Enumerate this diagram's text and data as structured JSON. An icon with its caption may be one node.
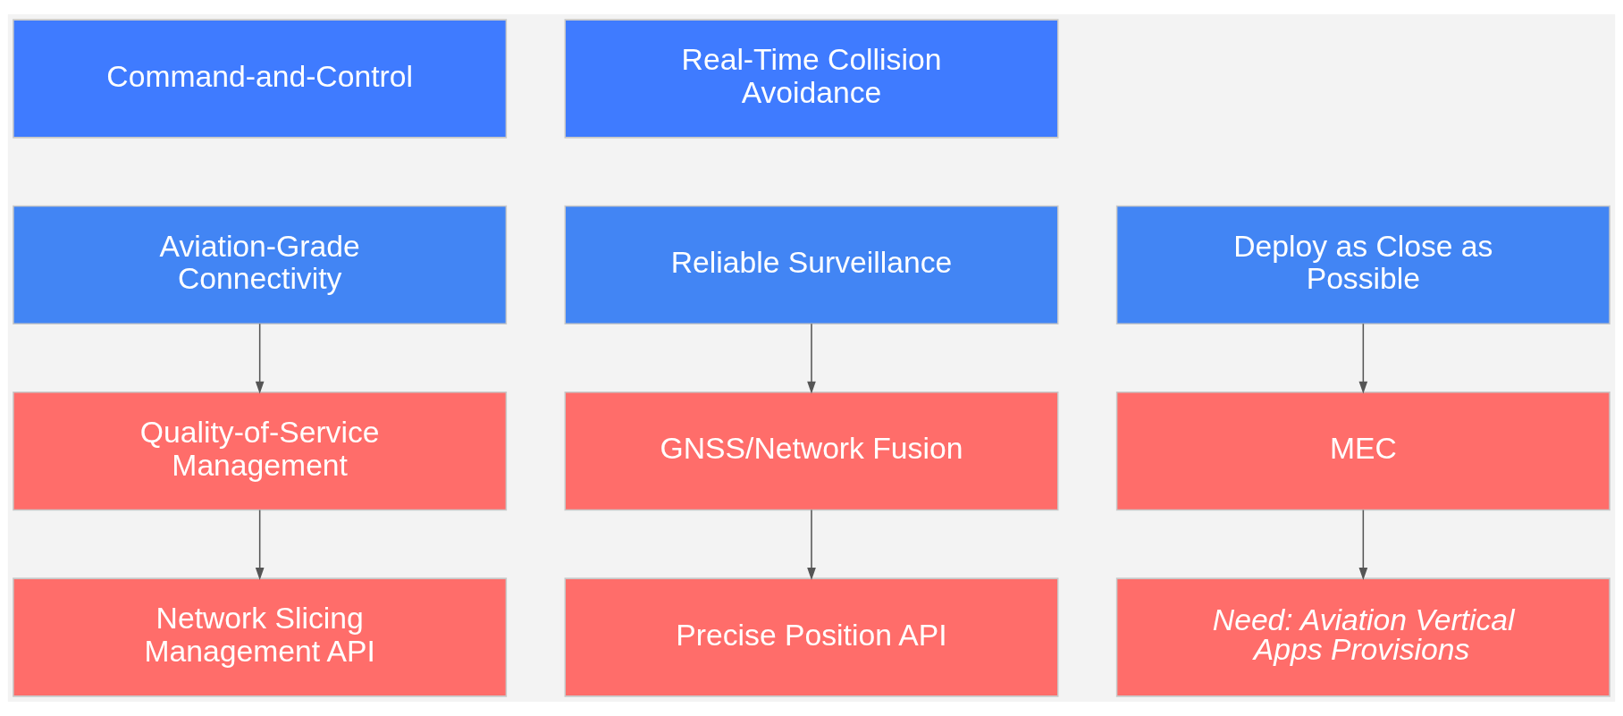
{
  "diagram": {
    "nodes": [
      {
        "text": [
          "Command-and-Control"
        ]
      },
      {
        "text": [
          "Real-Time Collision Avoidance"
        ]
      },
      {
        "text": [
          "Aviation-Grade Connectivity"
        ]
      },
      {
        "text": [
          "Reliable Surveillance"
        ]
      },
      {
        "text": [
          "Deploy as Close as Possible"
        ]
      },
      {
        "text": [
          "Quality-of-Service Management"
        ]
      },
      {
        "text": [
          "GNSS/Network Fusion"
        ]
      },
      {
        "text": [
          "MEC"
        ]
      },
      {
        "text": [
          "Network Slicing Management API"
        ]
      },
      {
        "text": [
          "Precise Position API"
        ]
      },
      {
        "text": [
          "Need: Aviation Vertical Apps Provisions"
        ]
      }
    ],
    "edges": [
      {
        "from": 2,
        "to": 5,
        "arrow": "to"
      },
      {
        "from": 5,
        "to": 8,
        "arrow": "to"
      },
      {
        "from": 3,
        "to": 6,
        "arrow": "to"
      },
      {
        "from": 6,
        "to": 9,
        "arrow": "to"
      },
      {
        "from": 4,
        "to": 7,
        "arrow": "to"
      },
      {
        "from": 7,
        "to": 10,
        "arrow": "to"
      }
    ]
  }
}
